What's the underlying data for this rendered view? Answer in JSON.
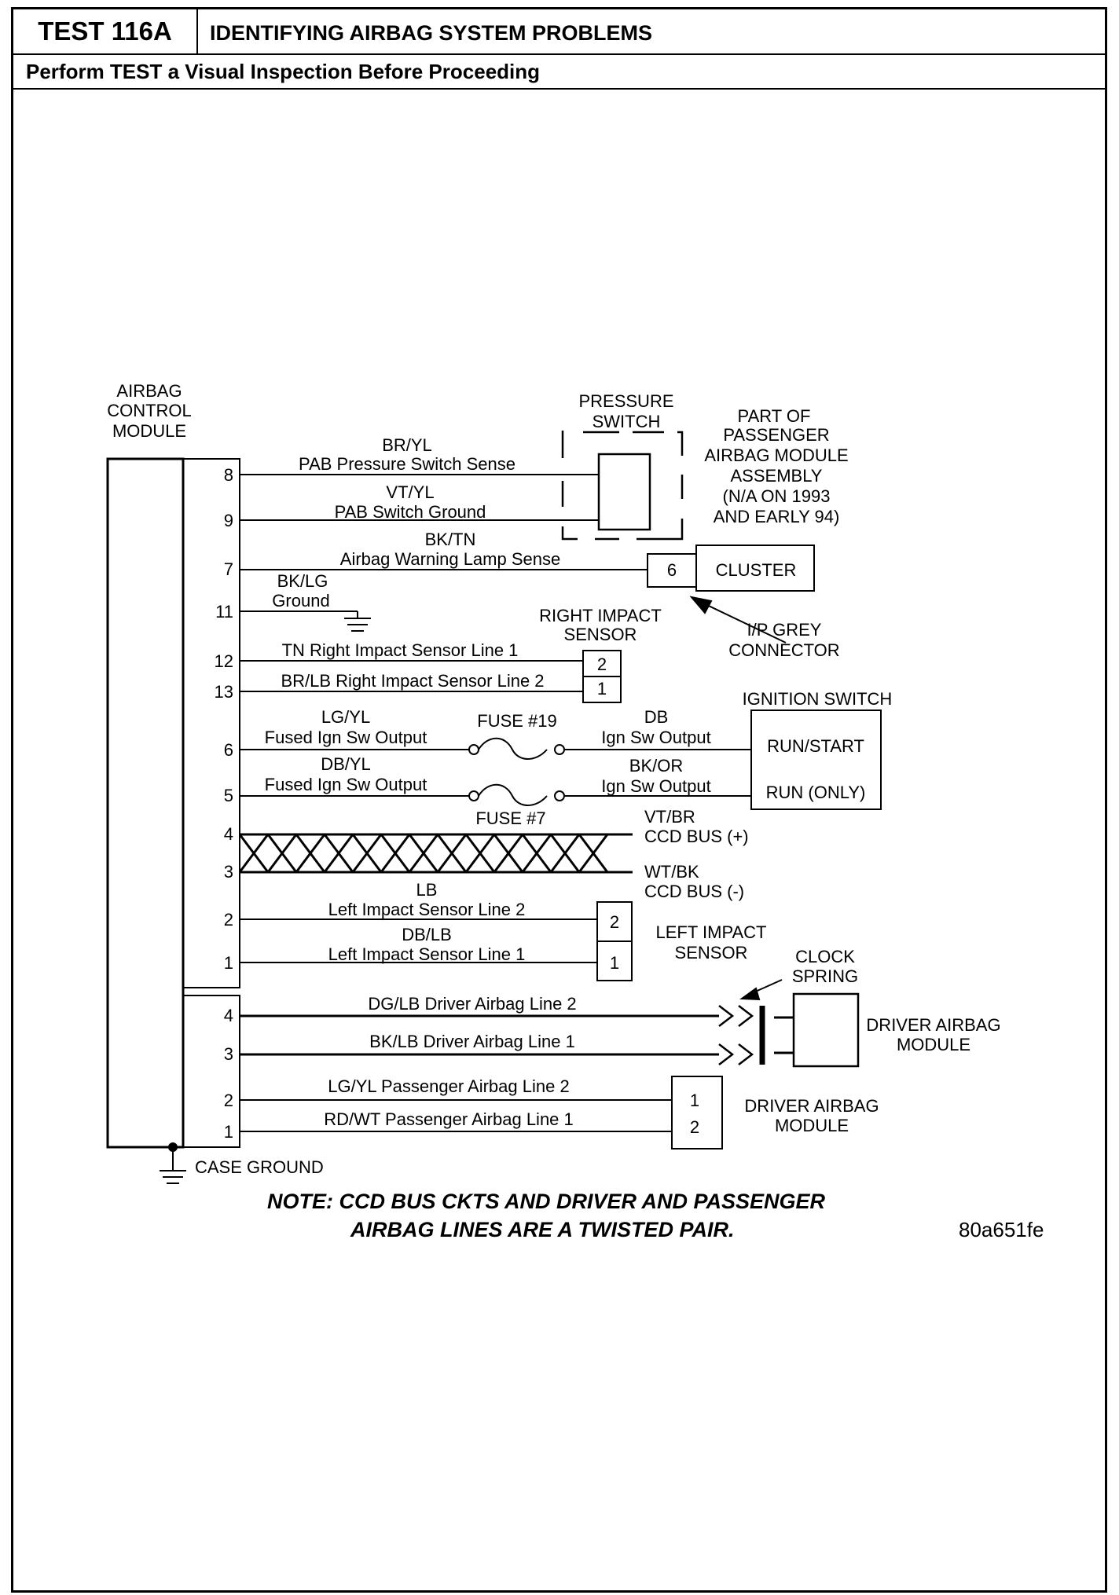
{
  "header": {
    "test_id": "TEST 116A",
    "title": "IDENTIFYING AIRBAG SYSTEM PROBLEMS",
    "instruction": "Perform TEST a Visual Inspection Before Proceeding"
  },
  "diagram": {
    "acm": {
      "l1": "AIRBAG",
      "l2": "CONTROL",
      "l3": "MODULE"
    },
    "pressure_switch": {
      "l1": "PRESSURE",
      "l2": "SWITCH"
    },
    "pab_module": {
      "l1": "PART OF",
      "l2": "PASSENGER",
      "l3": "AIRBAG MODULE",
      "l4": "ASSEMBLY",
      "l5": "(N/A ON 1993",
      "l6": "AND EARLY 94)"
    },
    "cluster": {
      "pin": "6",
      "label": "CLUSTER"
    },
    "ip_connector": {
      "l1": "I/P GREY",
      "l2": "CONNECTOR"
    },
    "right_sensor": {
      "l1": "RIGHT IMPACT",
      "l2": "SENSOR",
      "pin_a": "2",
      "pin_b": "1"
    },
    "ignition_switch": {
      "title": "IGNITION SWITCH",
      "run_start": "RUN/START",
      "run_only": "RUN (ONLY)"
    },
    "fuses": {
      "f19": "FUSE #19",
      "f7": "FUSE #7"
    },
    "left_sensor": {
      "l1": "LEFT IMPACT",
      "l2": "SENSOR",
      "pin_a": "2",
      "pin_b": "1"
    },
    "clock_spring": {
      "l1": "CLOCK",
      "l2": "SPRING"
    },
    "driver_module": {
      "l1": "DRIVER AIRBAG",
      "l2": "MODULE"
    },
    "passenger_module": {
      "l1": "DRIVER AIRBAG",
      "l2": "MODULE",
      "pin_a": "1",
      "pin_b": "2"
    },
    "ccd_bus": {
      "pos_color": "VT/BR",
      "pos_label": "CCD BUS (+)",
      "neg_color": "WT/BK",
      "neg_label": "CCD BUS (-)"
    },
    "case_ground": "CASE GROUND",
    "note_l1": "NOTE:  CCD BUS CKTS AND DRIVER AND PASSENGER",
    "note_l2": "AIRBAG LINES ARE A TWISTED PAIR.",
    "ref_code": "80a651fe",
    "pins_upper": [
      "8",
      "9",
      "7",
      "11",
      "12",
      "13",
      "6",
      "5",
      "4",
      "3",
      "2",
      "1"
    ],
    "pins_lower": [
      "4",
      "3",
      "2",
      "1"
    ],
    "wires": {
      "w8_color": "BR/YL",
      "w8_desc": "PAB Pressure Switch Sense",
      "w9_color": "VT/YL",
      "w9_desc": "PAB Switch Ground",
      "w7_color": "BK/TN",
      "w7_desc": "Airbag Warning Lamp Sense",
      "w11_color": "BK/LG",
      "w11_desc": "Ground",
      "w12": "TN Right Impact Sensor Line 1",
      "w13": "BR/LB Right Impact Sensor Line 2",
      "w6_color": "LG/YL",
      "w6_desc": "Fused Ign Sw Output",
      "w6r_color": "DB",
      "w6r_desc": "Ign Sw Output",
      "w5_color": "DB/YL",
      "w5_desc": "Fused Ign Sw Output",
      "w5r_color": "BK/OR",
      "w5r_desc": "Ign Sw Output",
      "w2_color": "LB",
      "w2_desc": "Left Impact Sensor Line 2",
      "w1_color": "DB/LB",
      "w1_desc": "Left Impact Sensor Line 1",
      "d4": "DG/LB Driver Airbag Line 2",
      "d3": "BK/LB Driver Airbag Line 1",
      "p2": "LG/YL Passenger Airbag Line 2",
      "p1": "RD/WT Passenger Airbag Line 1"
    }
  }
}
